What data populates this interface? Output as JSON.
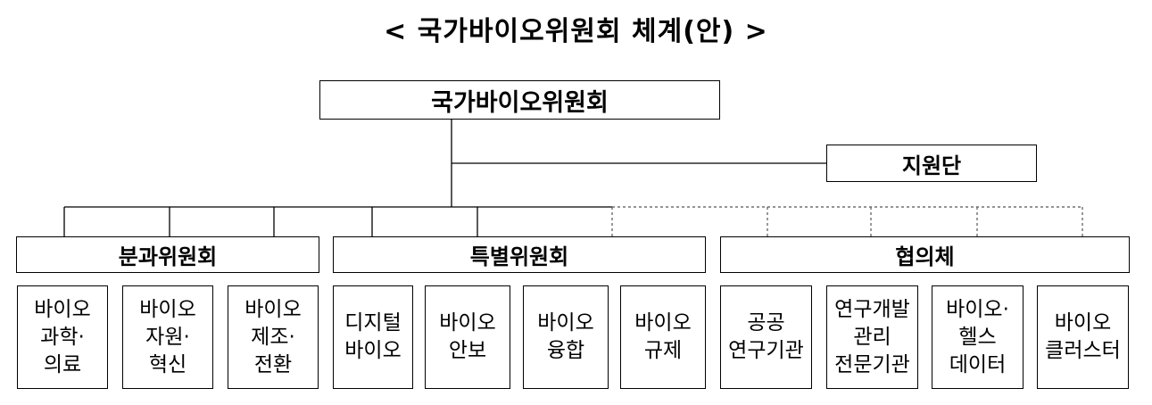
{
  "title": "< 국가바이오위원회 체계(안) >",
  "root": "국가바이오위원회",
  "support": "지원단",
  "groups": [
    {
      "name": "분과위원회",
      "items": [
        "바이오\n과학·\n의료",
        "바이오\n자원·\n혁신",
        "바이오\n제조·\n전환"
      ]
    },
    {
      "name": "특별위원회",
      "items": [
        "디지털\n바이오",
        "바이오\n안보",
        "바이오\n융합",
        "바이오\n규제"
      ]
    },
    {
      "name": "협의체",
      "items": [
        "공공\n연구기관",
        "연구개발\n관리\n전문기관",
        "바이오·\n헬스\n데이터",
        "바이오\n클러스터"
      ]
    }
  ],
  "colors": {
    "line": "#000000",
    "dashed_line": "#555555"
  }
}
